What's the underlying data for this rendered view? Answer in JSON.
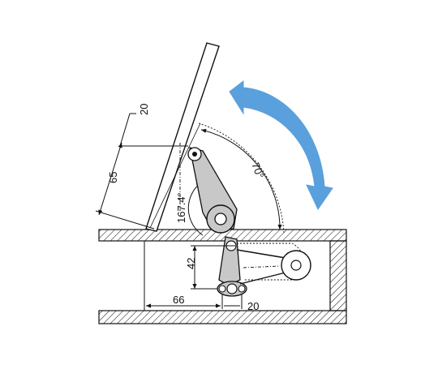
{
  "dimensions": {
    "lid_top_offset": "20",
    "lid_height": "65",
    "opening_angle": "70°",
    "link_angle": "167.4°",
    "vertical_offset": "42",
    "horizontal_offset": "66",
    "mount_width": "20"
  },
  "colors": {
    "arrow": "#5aa0dc",
    "link_fill": "#c8c8c8",
    "hatch": "#111111",
    "line": "#111111"
  },
  "icons": {
    "rotation_arrow": "curved-double-arrow-icon"
  }
}
